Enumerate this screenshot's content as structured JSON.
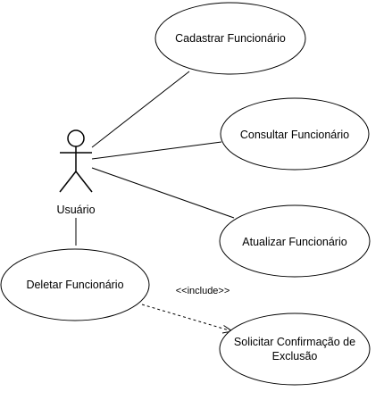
{
  "actor": {
    "name": "Usuário"
  },
  "use_cases": {
    "cadastrar": "Cadastrar Funcionário",
    "consultar": "Consultar Funcionário",
    "atualizar": "Atualizar Funcionário",
    "deletar": "Deletar Funcionário",
    "solicitar_line1": "Solicitar Confirmação de",
    "solicitar_line2": "Exclusão"
  },
  "relationships": {
    "include_label": "<<include>>"
  }
}
